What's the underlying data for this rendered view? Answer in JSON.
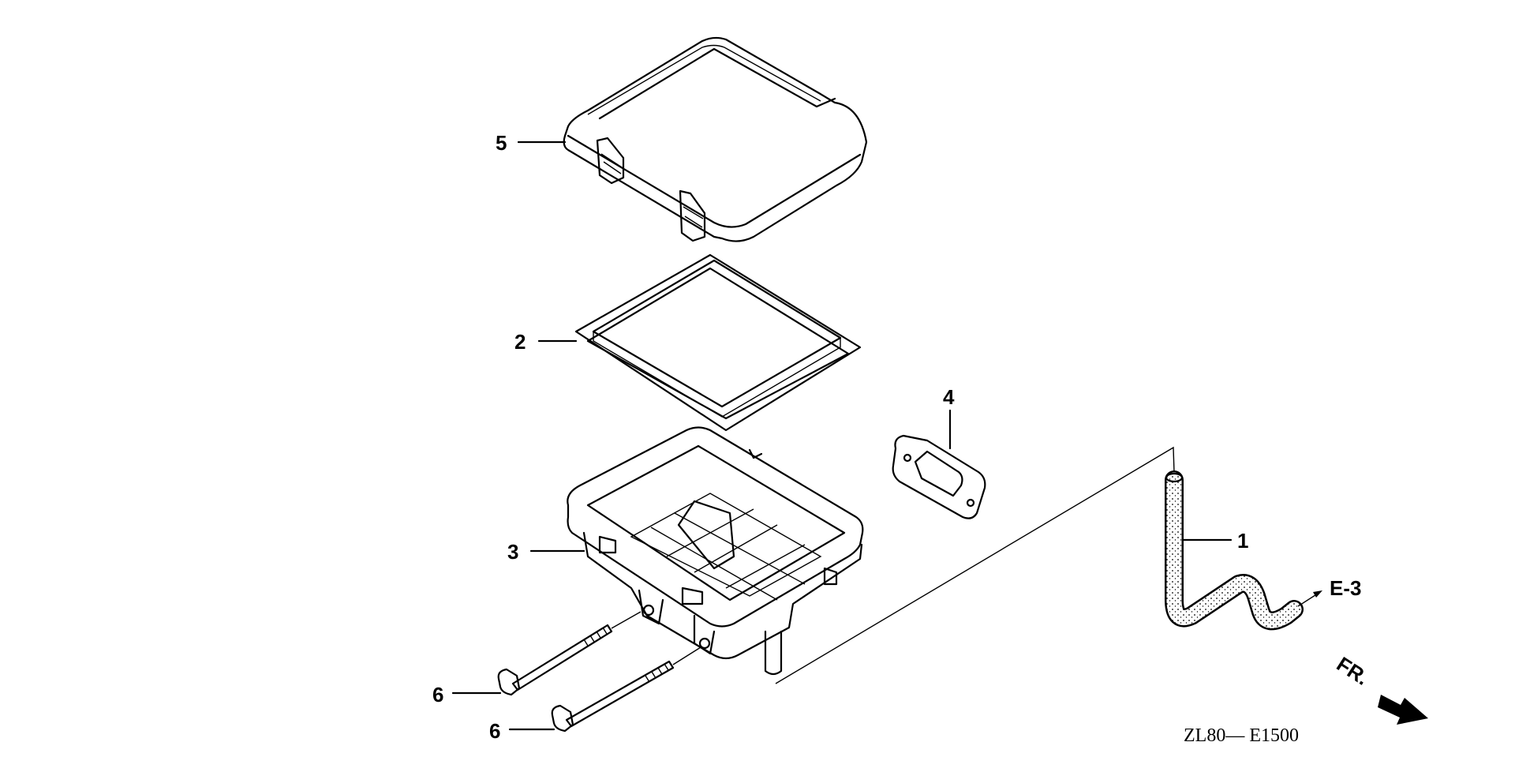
{
  "diagram": {
    "callouts": [
      {
        "id": "1",
        "part": "tube"
      },
      {
        "id": "2",
        "part": "air-filter-element"
      },
      {
        "id": "3",
        "part": "air-cleaner-case"
      },
      {
        "id": "4",
        "part": "gasket"
      },
      {
        "id": "5",
        "part": "air-cleaner-cover"
      },
      {
        "id": "6",
        "part": "bolt-upper"
      },
      {
        "id": "6",
        "part": "bolt-lower"
      }
    ],
    "reference": "E-3",
    "direction": "FR.",
    "diagram_code": "ZL80— E1500"
  }
}
